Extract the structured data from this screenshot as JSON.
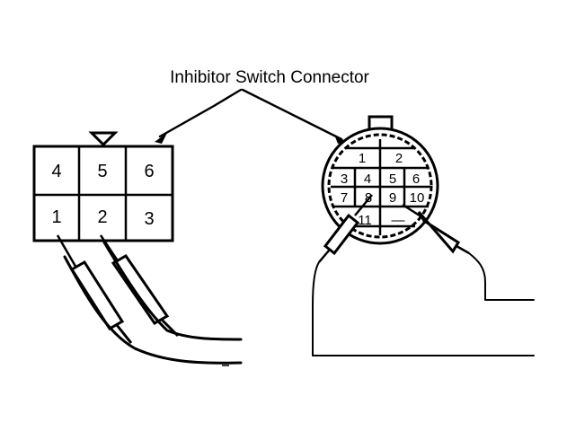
{
  "title": "Inhibitor Switch Connector",
  "connector_a": {
    "pins": [
      "4",
      "5",
      "6",
      "1",
      "2",
      "3"
    ]
  },
  "connector_b": {
    "pins": [
      "1",
      "2",
      "3",
      "4",
      "5",
      "6",
      "7",
      "8",
      "9",
      "10",
      "11",
      "—"
    ]
  },
  "colors": {
    "ink": "#000000",
    "paper": "#ffffff"
  }
}
